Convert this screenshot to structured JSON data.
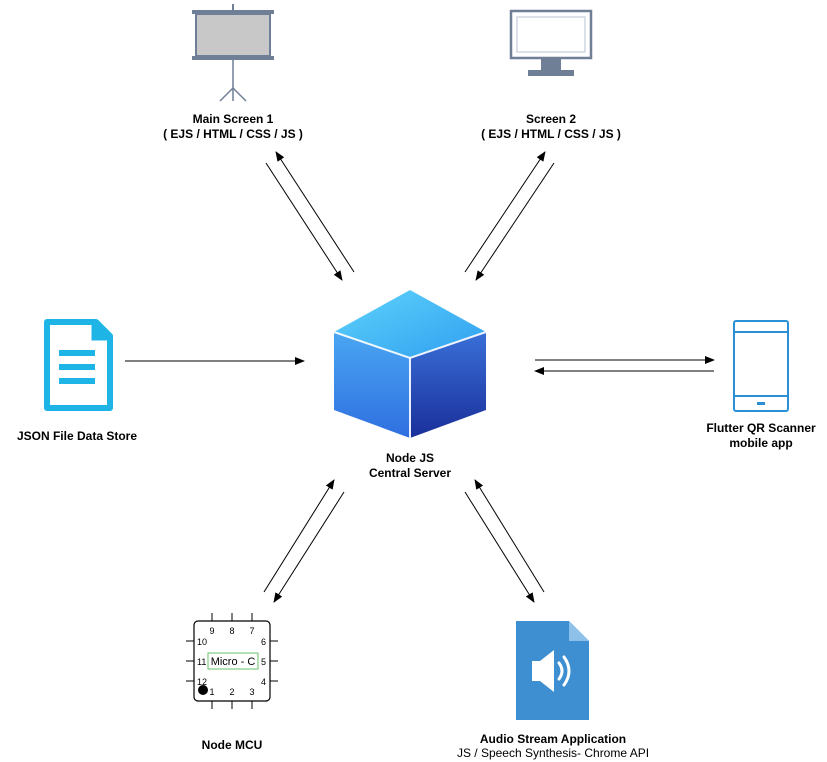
{
  "nodes": {
    "main_screen": {
      "line1": "Main Screen 1",
      "line2": "( EJS / HTML / CSS / JS )"
    },
    "screen2": {
      "line1": "Screen 2",
      "line2": "( EJS / HTML / CSS / JS )"
    },
    "json_store": {
      "line1": "JSON File Data Store"
    },
    "server": {
      "line1": "Node JS",
      "line2": "Central Server"
    },
    "mobile": {
      "line1": "Flutter QR Scanner",
      "line2": "mobile app"
    },
    "mcu": {
      "line1": "Node MCU",
      "chip_label": "Micro - C",
      "pins": {
        "p1": "1",
        "p2": "2",
        "p3": "3",
        "p4": "4",
        "p5": "5",
        "p6": "6",
        "p7": "7",
        "p8": "8",
        "p9": "9",
        "p10": "10",
        "p11": "11",
        "p12": "12"
      }
    },
    "audio": {
      "line1": "Audio Stream Application",
      "line2": "JS / Speech Synthesis- Chrome API"
    }
  },
  "icons": {
    "main_screen": "projector-screen-icon",
    "screen2": "monitor-icon",
    "json_store": "document-icon",
    "server": "cube-icon",
    "mobile": "mobile-phone-icon",
    "mcu": "microcontroller-chip-icon",
    "audio": "audio-file-icon"
  },
  "colors": {
    "document": "#1EB5E6",
    "mobile": "#2B8FD6",
    "audio": "#3D8FD1",
    "cube_top": "#4FC3F7",
    "cube_left": "#3D8BEA",
    "cube_right": "#2145A8",
    "projector_gray": "#C8C8C8",
    "projector_frame": "#6E7F96"
  },
  "connections": [
    {
      "from": "main_screen",
      "to": "server",
      "direction": "bidirectional"
    },
    {
      "from": "screen2",
      "to": "server",
      "direction": "bidirectional"
    },
    {
      "from": "json_store",
      "to": "server",
      "direction": "one-way"
    },
    {
      "from": "mobile",
      "to": "server",
      "direction": "bidirectional"
    },
    {
      "from": "mcu",
      "to": "server",
      "direction": "bidirectional"
    },
    {
      "from": "audio",
      "to": "server",
      "direction": "bidirectional"
    }
  ]
}
